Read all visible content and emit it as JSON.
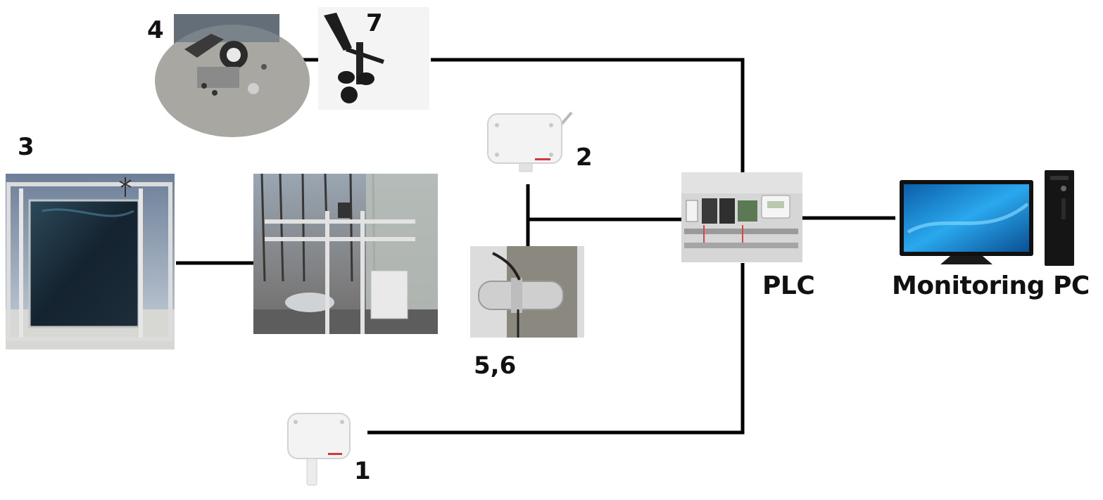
{
  "labels": {
    "n1": "1",
    "n2": "2",
    "n3": "3",
    "n4": "4",
    "n56": "5,6",
    "n7": "7",
    "plc": "PLC",
    "monitoring_pc": "Monitoring PC"
  },
  "images": [
    {
      "id": "pyranometer-photo",
      "icon": "pyranometer-icon",
      "color": "#8e8e8e"
    },
    {
      "id": "wind-vane-anemometer-photo",
      "icon": "wind-vane-icon",
      "color": "#222222"
    },
    {
      "id": "humidity-sensor-2-photo",
      "icon": "sensor-box-icon",
      "color": "#f2f2f2"
    },
    {
      "id": "solar-panel-photo",
      "icon": "solar-panel-icon",
      "color": "#1c2a3a"
    },
    {
      "id": "test-rig-photo",
      "icon": "test-rig-icon",
      "color": "#8a8a8a"
    },
    {
      "id": "duct-sensor-photo",
      "icon": "duct-sensor-icon",
      "color": "#7a7a72"
    },
    {
      "id": "plc-cabinet-photo",
      "icon": "plc-cabinet-icon",
      "color": "#d8d8d8"
    },
    {
      "id": "monitor-photo",
      "icon": "monitor-icon",
      "color": "#1a8fd6"
    },
    {
      "id": "pc-tower-photo",
      "icon": "pc-tower-icon",
      "color": "#111111"
    },
    {
      "id": "humidity-sensor-1-photo",
      "icon": "sensor-probe-icon",
      "color": "#f2f2f2"
    }
  ],
  "connection_color": "#000000"
}
